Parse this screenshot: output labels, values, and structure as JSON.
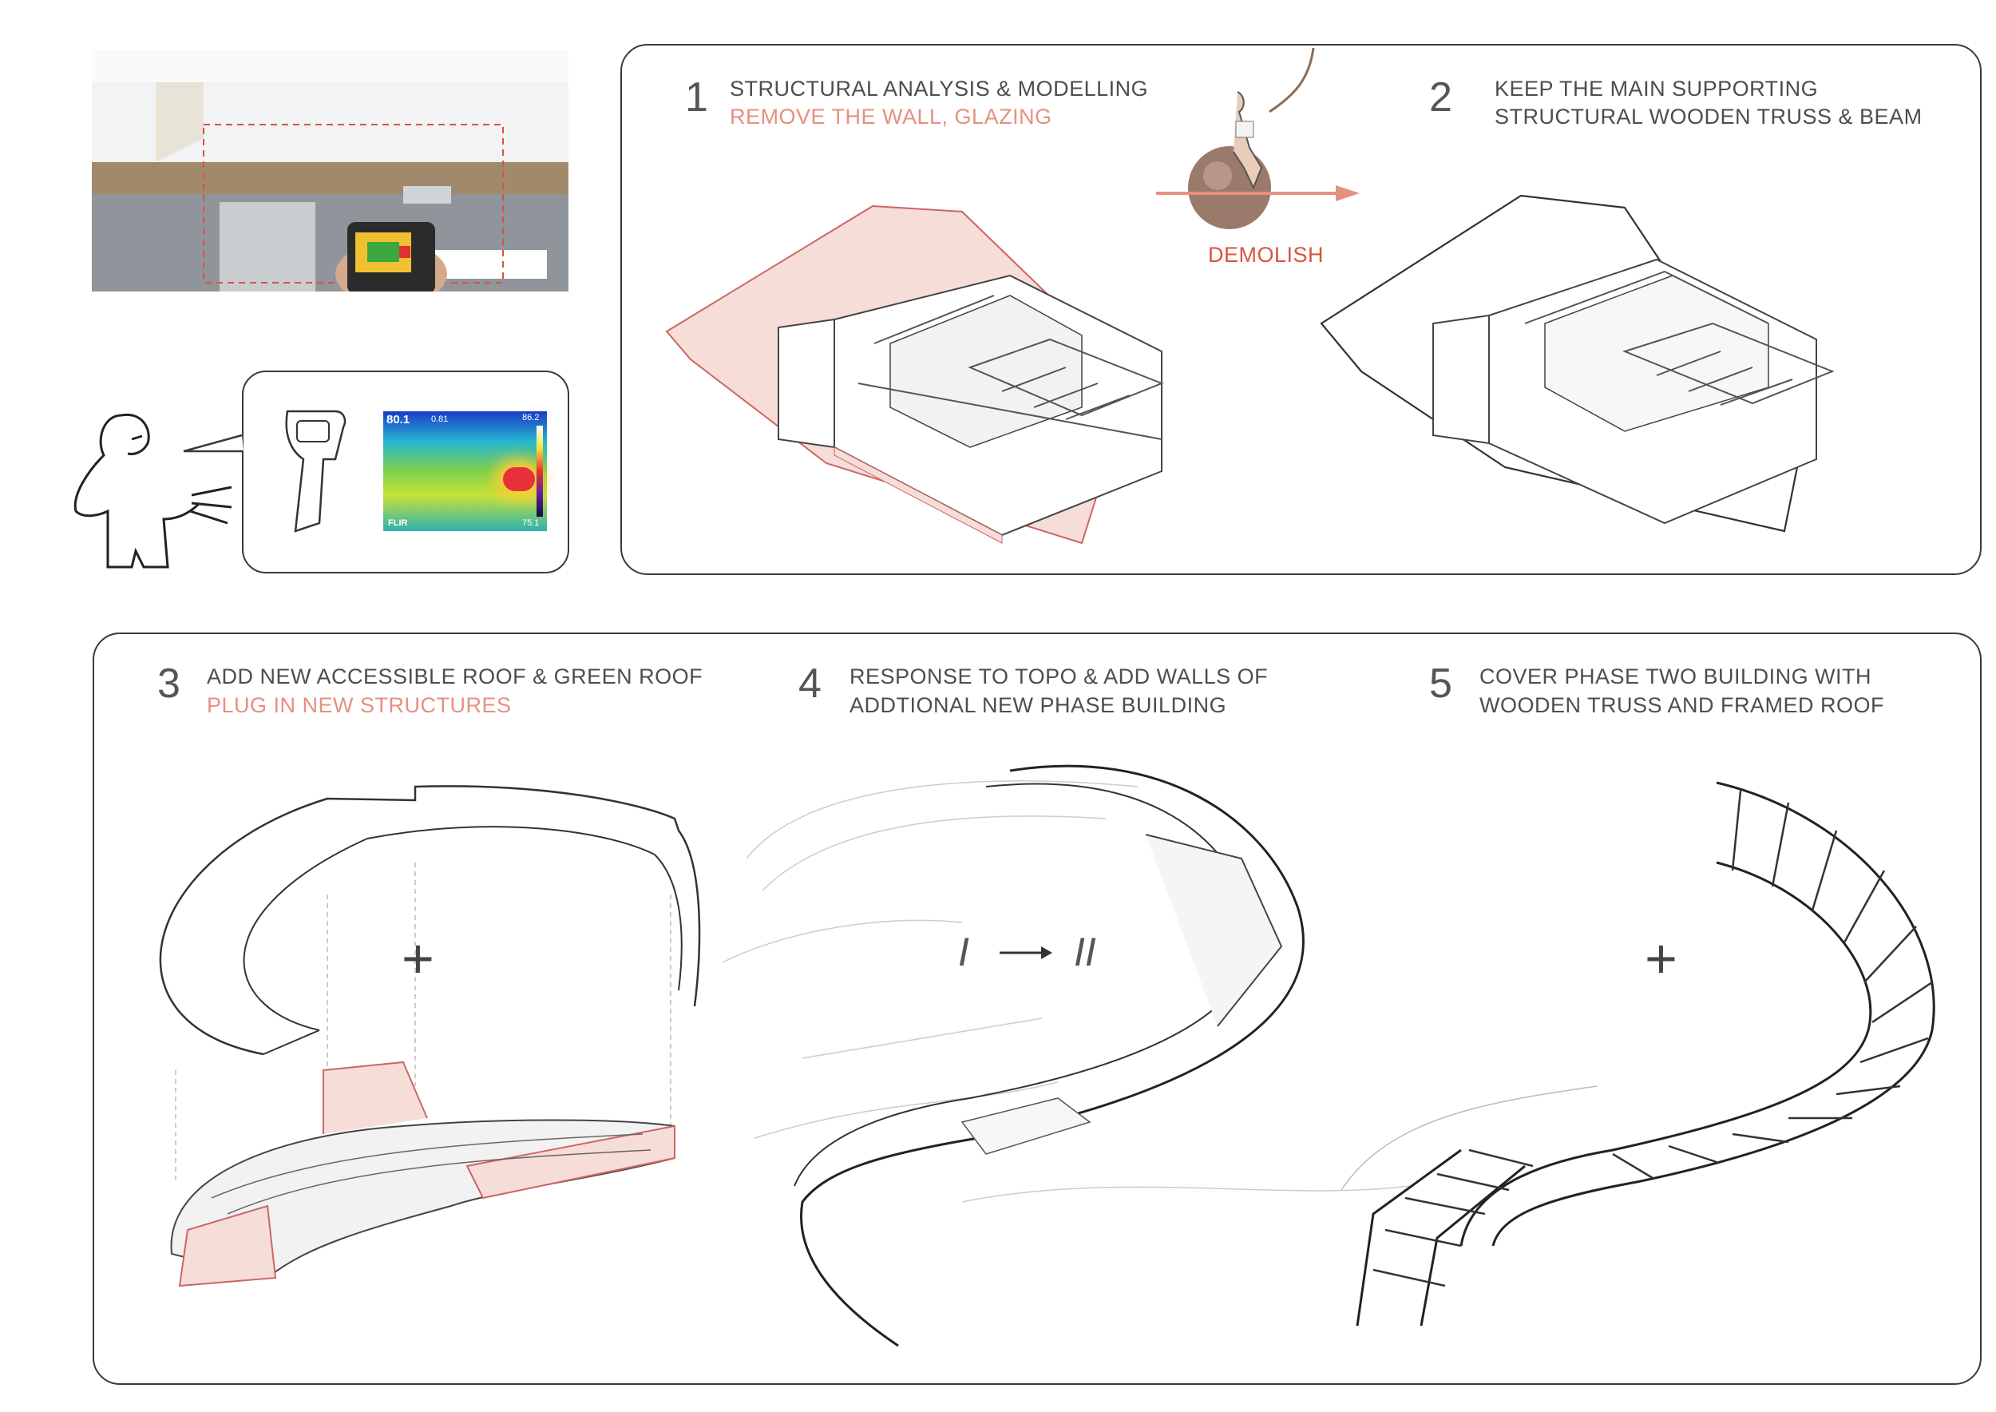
{
  "step1": {
    "number": "1",
    "line1": "STRUCTURAL ANALYSIS & MODELLING",
    "line2": "REMOVE THE WALL, GLAZING"
  },
  "step2": {
    "number": "2",
    "line1": "KEEP THE MAIN SUPPORTING",
    "line2": "STRUCTURAL WOODEN TRUSS & BEAM"
  },
  "demolish_label": "DEMOLISH",
  "step3": {
    "number": "3",
    "line1": "ADD NEW ACCESSIBLE ROOF & GREEN ROOF",
    "line2": "PLUG IN NEW STRUCTURES"
  },
  "step4": {
    "number": "4",
    "line1": "RESPONSE TO TOPO & ADD WALLS OF",
    "line2": "ADDTIONAL NEW PHASE BUILDING"
  },
  "step5": {
    "number": "5",
    "line1": "COVER PHASE TWO BUILDING WITH",
    "line2": "WOODEN TRUSS AND FRAMED ROOF"
  },
  "thermal": {
    "temp_reading": "80.1",
    "emissivity": "0.81",
    "scale_max": "86.2",
    "scale_min": "75.1",
    "brand": "FLIR"
  },
  "phase_transition": {
    "from": "I",
    "to": "II"
  },
  "plus_sign": "+",
  "colors": {
    "accent_salmon": "#e6907f",
    "demolish_red": "#d9533f",
    "outline": "#3a3a3a",
    "highlight_fill": "#f6ddd7"
  }
}
